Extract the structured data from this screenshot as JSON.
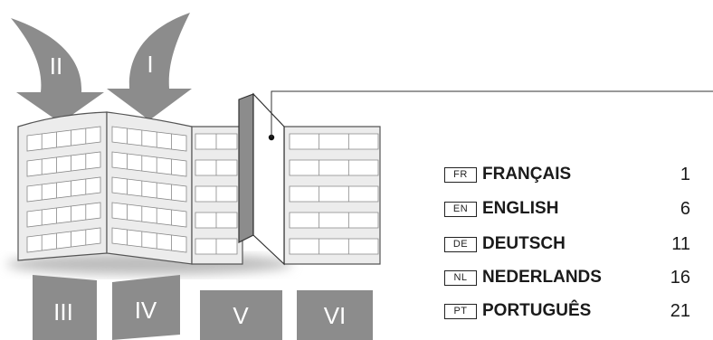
{
  "fold_labels": {
    "arrow_left": "II",
    "arrow_right": "I",
    "panel_1": "III",
    "panel_2": "IV",
    "panel_3": "V",
    "panel_4": "VI"
  },
  "toc": [
    {
      "code": "FR",
      "name": "FRANÇAIS",
      "page": "1"
    },
    {
      "code": "EN",
      "name": "ENGLISH",
      "page": "6"
    },
    {
      "code": "DE",
      "name": "DEUTSCH",
      "page": "11"
    },
    {
      "code": "NL",
      "name": "NEDERLANDS",
      "page": "16"
    },
    {
      "code": "PT",
      "name": "PORTUGUÊS",
      "page": "21"
    }
  ],
  "colors": {
    "label_fill": "#8c8c8c",
    "page_fill": "#ececec",
    "cell_fill": "#ffffff",
    "line": "#555555"
  }
}
